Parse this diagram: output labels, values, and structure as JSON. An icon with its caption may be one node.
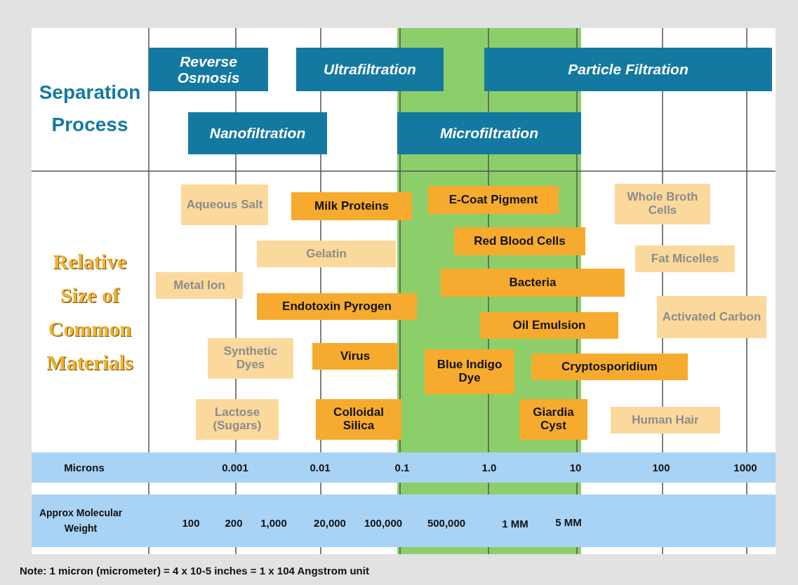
{
  "diagram": {
    "caption": "Note: 1 micron (micrometer) = 4 x 10-5 inches = 1 x 104 Angstrom unit",
    "nodes": [
      {
        "text": [
          "Reverse Osmosis"
        ]
      },
      {
        "text": [
          "Ultrafiltration"
        ]
      },
      {
        "text": [
          "Particle Filtration"
        ]
      },
      {
        "text": [
          "Nanofiltration"
        ]
      },
      {
        "text": [
          "Microfiltration"
        ]
      },
      {
        "text": [
          "Aqueous Salt"
        ]
      },
      {
        "text": [
          "Milk Proteins"
        ]
      },
      {
        "text": [
          "E-Coat Pigment"
        ]
      },
      {
        "text": [
          "Whole Broth Cells"
        ]
      },
      {
        "text": [
          "Gelatin"
        ]
      },
      {
        "text": [
          "Red Blood Cells"
        ]
      },
      {
        "text": [
          "Fat Micelles"
        ]
      },
      {
        "text": [
          "Metal Ion"
        ]
      },
      {
        "text": [
          "Bacteria"
        ]
      },
      {
        "text": [
          "Endotoxin Pyrogen"
        ]
      },
      {
        "text": [
          "Activated Carbon"
        ]
      },
      {
        "text": [
          "Oil Emulsion"
        ]
      },
      {
        "text": [
          "Synthetic Dyes"
        ]
      },
      {
        "text": [
          "Virus"
        ]
      },
      {
        "text": [
          "Blue Indigo Dye"
        ]
      },
      {
        "text": [
          "Cryptosporidium"
        ]
      },
      {
        "text": [
          "Lactose (Sugars)"
        ]
      },
      {
        "text": [
          "Colloidal Silica"
        ]
      },
      {
        "text": [
          "Giardia Cyst"
        ]
      },
      {
        "text": [
          "Human Hair"
        ]
      }
    ],
    "labels": [
      "Separation Process",
      "Relative Size of Common Materials",
      "Microns",
      "0.001",
      "0.01",
      "0.1",
      "1.0",
      "10",
      "100",
      "1000",
      "Approx Molecular Weight",
      "100",
      "200",
      "1,000",
      "20,000",
      "100,000",
      "500,000",
      "1 MM",
      "5 MM"
    ]
  }
}
